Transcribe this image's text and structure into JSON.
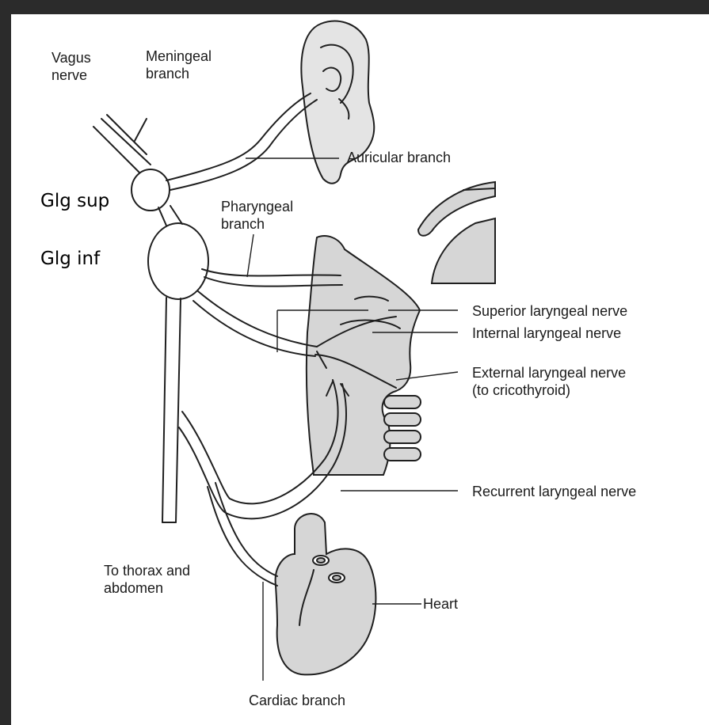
{
  "labels": {
    "vagus_nerve": [
      "Vagus",
      "nerve"
    ],
    "meningeal_branch": [
      "Meningeal",
      "branch"
    ],
    "auricular_branch": "Auricular branch",
    "glg_sup": "Glg sup",
    "glg_inf": "Glg inf",
    "pharyngeal_branch": [
      "Pharyngeal",
      "branch"
    ],
    "superior_laryngeal_nerve": "Superior laryngeal nerve",
    "internal_laryngeal_nerve": "Internal laryngeal nerve",
    "external_laryngeal_nerve": [
      "External laryngeal nerve",
      "(to cricothyroid)"
    ],
    "recurrent_laryngeal_nerve": "Recurrent laryngeal nerve",
    "to_thorax_and_abdomen": [
      "To thorax and",
      "abdomen"
    ],
    "heart": "Heart",
    "cardiac_branch": "Cardiac branch"
  },
  "colors": {
    "background": "#2b2b2b",
    "frame": "#ffffff",
    "organ_fill": "#d6d6d6",
    "line": "#1f1f1f"
  }
}
